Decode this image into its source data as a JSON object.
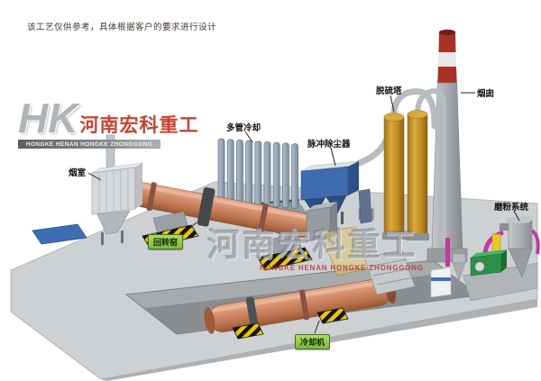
{
  "disclaimer": "该工艺仅供参考，具体根据客户的要求进行设计",
  "watermark": {
    "logo": "HK",
    "company_cn": "河南宏科重工",
    "company_en": "HONGKE  HENAN HONGKE ZHONGGONG"
  },
  "center_watermark": {
    "company_cn": "河南宏科重工",
    "company_en": "HONGKE HENAN HONGKE ZHONGGONG"
  },
  "labels": {
    "smoke_chamber": "烟室",
    "rotary_kiln": "回转窑",
    "multi_tube_cooler": "多管冷却",
    "pulse_dust_collector": "脉冲除尘器",
    "desulfurization_tower": "脱硫塔",
    "chimney": "烟囱",
    "grinding_system": "磨粉系统",
    "cooler": "冷却机"
  },
  "colors": {
    "kiln_salmon": "#c9805c",
    "label_green": "#8dc63f",
    "dust_collector_blue": "#3f6cae",
    "tower_amber": "#c08a28",
    "chimney_red": "#a93226",
    "brand_red": "#c13b2a",
    "hazard_yellow": "#e9c412",
    "floor_gray": "#ced1d4"
  }
}
